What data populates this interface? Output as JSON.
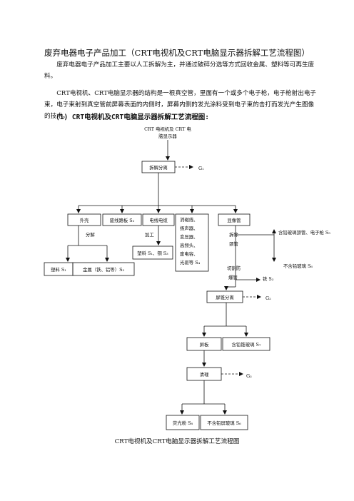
{
  "document": {
    "title": "废弃电器电子产品加工（CRT电视机及CRT电脑显示器拆解工艺流程图）",
    "paragraphs": [
      "废弃电器电子产品加工主要以人工拆解为主，并通过破碎分选等方式回收金属、塑料等可再生废料。",
      "CRT电视机、CRT电脑显示器的结构是一根真空管，里面有一个或多个电子枪，电子枪射出电子束，电子束射到真空管前屏幕表面的内侧时，屏幕内侧的发光涂料受到电子束的击打而发光产生图像的技术。"
    ],
    "subheading": "(1) CRT电视机及CRT电脑显示器拆解工艺流程图:",
    "caption": "CRT电视机及CRT电脑显示器拆解工艺流程图"
  },
  "flowchart": {
    "source_line1": "CRT 电视机及  CRT  电",
    "source_line2": "脑显示器",
    "dismantle": "拆解分离",
    "g1": "G₁",
    "shell": "外壳",
    "pcb": "废线路板 S₂",
    "cable": "电线电缆",
    "components": [
      "消磁线、",
      "扬声器、",
      "变压器、",
      "高频头、",
      "废电容、",
      "光驱等 S₄"
    ],
    "tube": "显像管",
    "split_label": "分解",
    "process_label": "加工",
    "plastic_copper": "塑料 S₁、铜 S₃",
    "plastic": "塑料 S₁",
    "metal": "金属（铁、铝等）S₃",
    "neck_label1": "拆除",
    "neck_label2": "颈管",
    "lead_neck_glass": "含铅玻璃颈管、电子枪 S₅",
    "lead_free_glass": "不含铅玻璃 S₆",
    "cut_label1": "切割防",
    "cut_label2": "爆管",
    "iron": "铁 S₃",
    "screen_cone_sep": "屏锥分离",
    "g2": "G₂",
    "screen": "屏板",
    "lead_cone_glass": "含铅锥玻璃 S₇",
    "clean": "清理",
    "g3": "G₃",
    "phosphor": "荧光粉 S₈",
    "lead_free_screen_glass": "不含铅屏玻璃 S₆"
  }
}
